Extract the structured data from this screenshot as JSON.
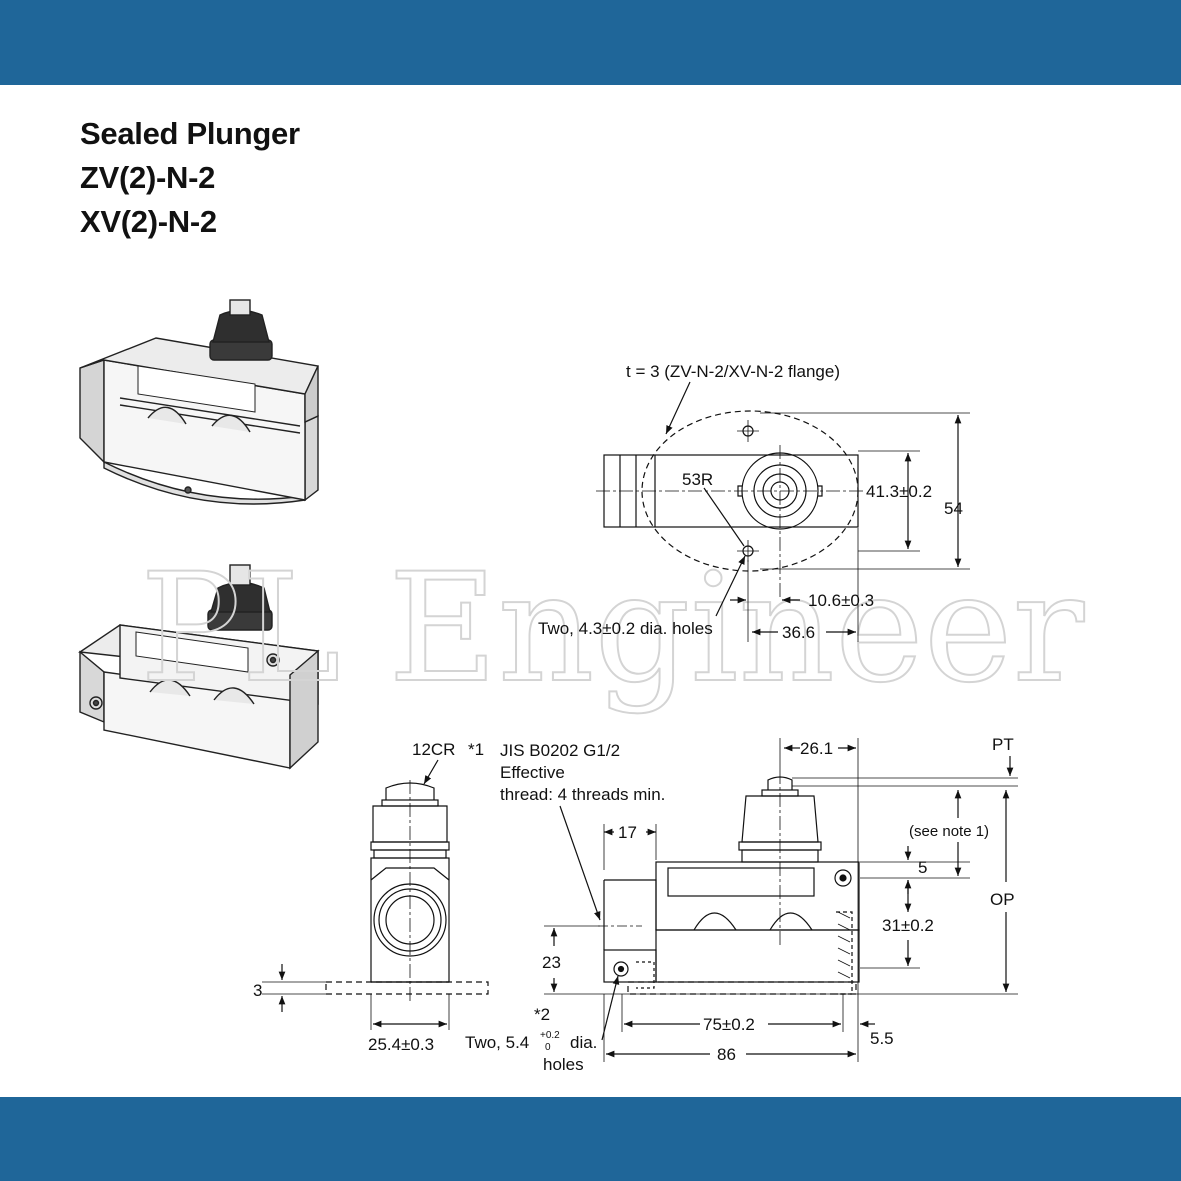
{
  "header": {
    "title": "Sealed Plunger",
    "model_1": "ZV(2)-N-2",
    "model_2": "XV(2)-N-2"
  },
  "watermark": "PL Engineer",
  "colors": {
    "band": "#1f6699",
    "line": "#111111"
  },
  "top_view": {
    "flange_note": "t = 3 (ZV-N-2/XV-N-2 flange)",
    "radius": "53R",
    "dim_height": "41.3±0.2",
    "dim_total": "54",
    "dim_offset": "10.6±0.3",
    "holes_note": "Two, 4.3±0.2 dia. holes",
    "dim_width": "36.6"
  },
  "side_view": {
    "crown": "12CR",
    "note_1": "*1",
    "dim_flange": "3",
    "dim_width": "25.4±0.3"
  },
  "front_view": {
    "thread_1": "JIS B0202 G1/2",
    "thread_2": "Effective",
    "thread_3": "thread: 4 threads min.",
    "dim_17": "17",
    "dim_23": "23",
    "note_2": "*2",
    "holes_1": "Two, 5.4",
    "holes_tol_up": "+0.2",
    "holes_tol_low": "0",
    "holes_2": "dia.",
    "holes_3": "holes",
    "dim_75": "75±0.2",
    "dim_86": "86",
    "dim_55": "5.5",
    "dim_261": "26.1",
    "pt": "PT",
    "see_note": "(see note 1)",
    "dim_5": "5",
    "op": "OP",
    "dim_31": "31±0.2"
  }
}
